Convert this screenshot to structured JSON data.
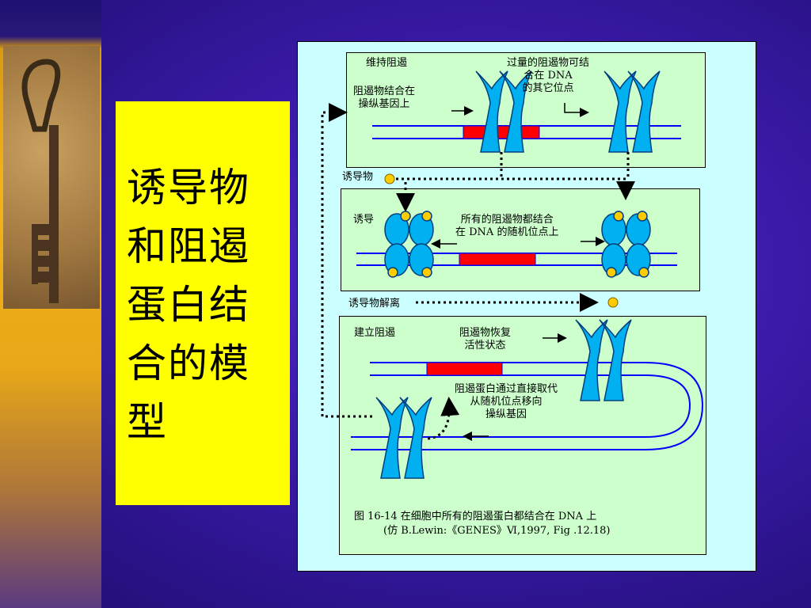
{
  "slide": {
    "title": "诱导物和阻遏蛋白结合的模型",
    "colors": {
      "background": "#3a1aa8",
      "title_box": "#ffff00",
      "figure_bg": "#ccffff",
      "panel_bg": "#ccffcc",
      "dna": "#0000ff",
      "operator": "#ff0000",
      "repressor": "#00b0f0",
      "inducer": "#ffcc00"
    }
  },
  "figure": {
    "panel1": {
      "heading": "维持阻遏",
      "left_note": "阻遏物结合在\n操纵基因上",
      "right_note": "过量的阻遏物可结\n合在 DNA\n的其它位点"
    },
    "inducer_label": "诱导物",
    "panel2": {
      "heading": "诱导",
      "note": "所有的阻遏物都结合\n在 DNA 的随机位点上"
    },
    "dissociation_label": "诱导物解离",
    "panel3": {
      "heading": "建立阻遏",
      "note_top": "阻遏物恢复\n活性状态",
      "note_mid": "阻遏蛋白通过直接取代\n从随机位点移向\n操纵基因"
    },
    "caption_line1": "图 16-14  在细胞中所有的阻遏蛋白都结合在 DNA 上",
    "caption_line2": "(仿 B.Lewin:《GENES》Ⅵ,1997, Fig .12.18)"
  }
}
